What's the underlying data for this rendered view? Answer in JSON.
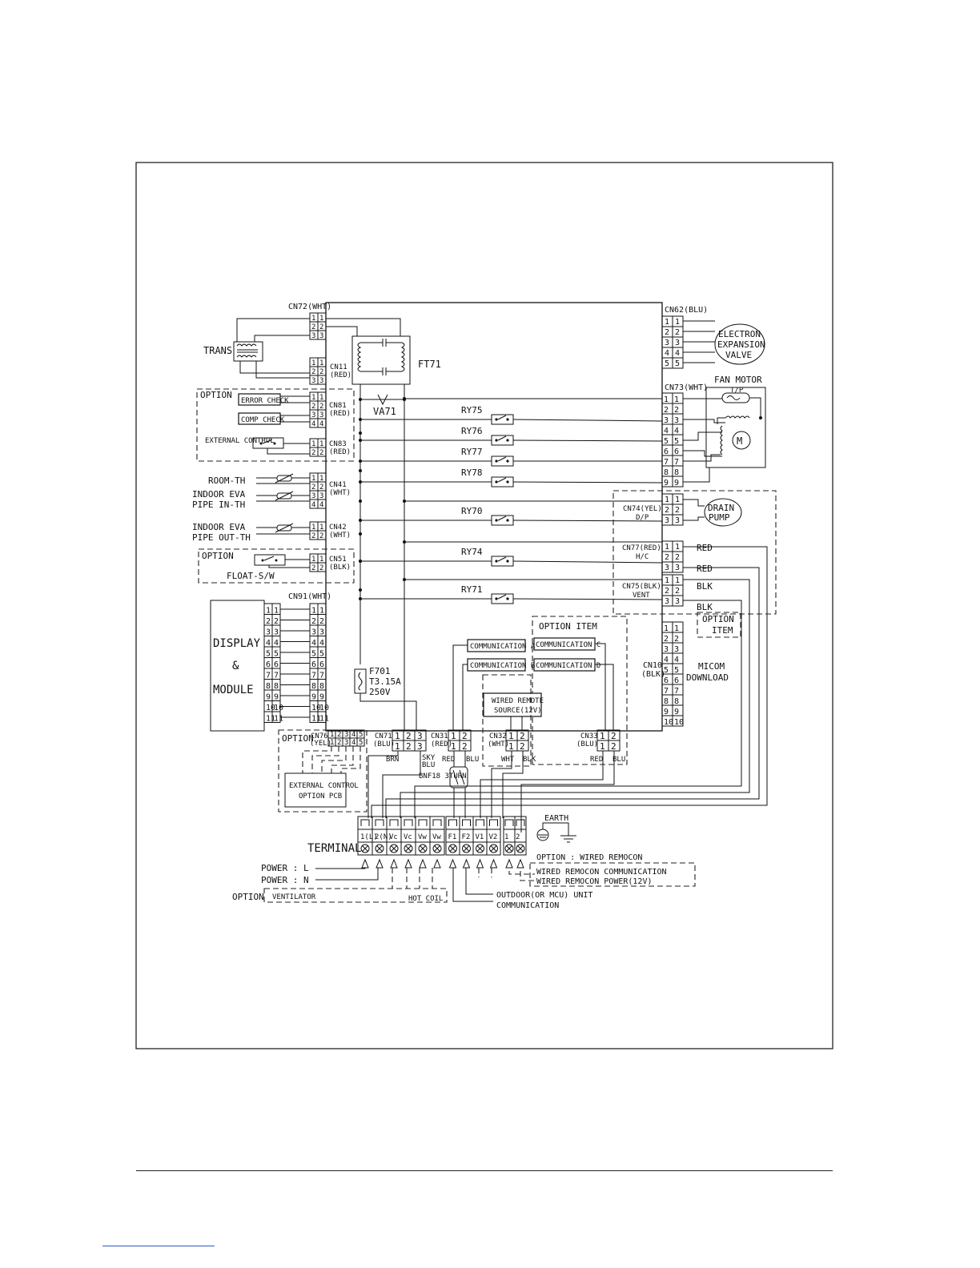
{
  "frame": {
    "stroke": "#222222"
  },
  "connectors": {
    "cn72": "CN72(WHT)",
    "cn11": "CN11",
    "cn11_color": "(RED)",
    "cn81": "CN81",
    "cn81_color": "(RED)",
    "cn83": "CN83",
    "cn83_color": "(RED)",
    "cn41": "CN41",
    "cn41_color": "(WHT)",
    "cn42": "CN42",
    "cn42_color": "(WHT)",
    "cn51": "CN51",
    "cn51_color": "(BLK)",
    "cn91": "CN91(WHT)",
    "cn62": "CN62(BLU)",
    "cn73": "CN73(WHT)",
    "cn74": "CN74(YEL)",
    "cn74_sub": "D/P",
    "cn77": "CN77(RED)",
    "cn77_sub": "H/C",
    "cn75": "CN75(BLK)",
    "cn75_sub": "VENT",
    "cn10": "CN10",
    "cn10_color": "(BLK)",
    "cn76": "CN76",
    "cn76_color": "(YEL)",
    "cn71": "CN71",
    "cn71_color": "(BLU)",
    "cn31": "CN31",
    "cn31_color": "(RED)",
    "cn32": "CN32",
    "cn32_color": "(WHT)",
    "cn33": "CN33",
    "cn33_color": "(BLU)"
  },
  "labels": {
    "trans": "TRANS",
    "ft71": "FT71",
    "va71": "VA71",
    "option": "OPTION",
    "error_check": "ERROR CHECK",
    "comp_check": "COMP CHECK",
    "external_control": "EXTERNAL CONTROL",
    "room_th": "ROOM-TH",
    "eva_in_1": "INDOOR EVA",
    "eva_in_2": "PIPE IN-TH",
    "eva_out_1": "INDOOR EVA",
    "eva_out_2": "PIPE OUT-TH",
    "float_sw": "FLOAT-S/W",
    "display_1": "DISPLAY",
    "display_2": "&",
    "display_3": "MODULE",
    "fuse_1": "F701",
    "fuse_2": "T3.15A",
    "fuse_3": "250V",
    "eev_1": "ELECTRON",
    "eev_2": "EXPANSION",
    "eev_3": "VALVE",
    "fan_motor": "FAN MOTOR",
    "tp": "T/P",
    "motor": "M",
    "drain_1": "DRAIN",
    "drain_2": "PUMP",
    "red1": "RED",
    "red2": "RED",
    "blk1": "BLK",
    "blk2": "BLK",
    "option_item_1": "OPTION",
    "option_item_2": "ITEM",
    "option_item_top": "OPTION ITEM",
    "micom_1": "MICOM",
    "micom_2": "DOWNLOAD",
    "comm_a": "COMMUNICATION A",
    "comm_b": "COMMUNICATION B",
    "comm_c": "COMMUNICATION C",
    "comm_d": "COMMUNICATION D",
    "wired_1": "WIRED REMOTE",
    "wired_2": "SOURCE(12V)",
    "ext_pcb_1": "EXTERNAL CONTROL",
    "ext_pcb_2": "OPTION PCB",
    "brn": "BRN",
    "sky_1": "SKY",
    "sky_2": "BLU",
    "red_w": "RED",
    "blu_w": "BLU",
    "wht_w": "WHT",
    "blk_w": "BLK",
    "red_w2": "RED",
    "blu_w2": "BLU",
    "bnf": "BNF18 3TURN",
    "terminal": "TERMINAL",
    "earth": "EARTH",
    "option_wired": "OPTION : WIRED REMOCON",
    "wired_comm": "WIRED REMOCON COMMUNICATION",
    "wired_power": "WIRED REMOCON POWER(12V)",
    "power_l": "POWER : L",
    "power_n": "POWER : N",
    "option_vent": "OPTION",
    "ventilator": "VENTILATOR",
    "hot_coil": "HOT COIL",
    "outdoor_1": "OUTDOOR(OR MCU) UNIT",
    "outdoor_2": "COMMUNICATION"
  },
  "relays": [
    "RY75",
    "RY76",
    "RY77",
    "RY78",
    "RY70",
    "RY74",
    "RY71"
  ],
  "terminal_left": [
    "1(L)",
    "2(N)",
    "Vc",
    "Vc",
    "Vw",
    "Vw"
  ],
  "terminal_mid": [
    "F1",
    "F2",
    "V1",
    "V2"
  ],
  "terminal_right": [
    "1",
    "2"
  ]
}
